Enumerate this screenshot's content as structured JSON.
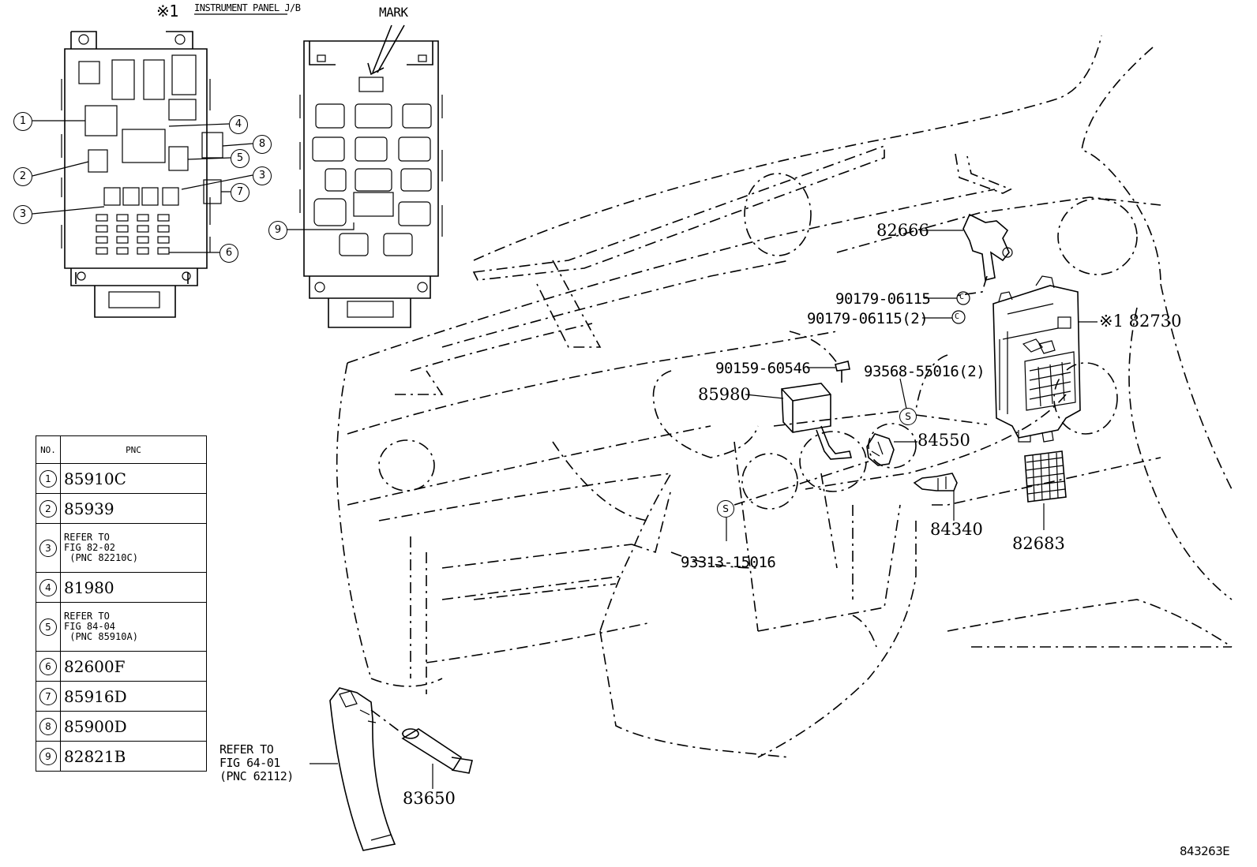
{
  "header": {
    "ref_mark": "※1",
    "jb_caption": "INSTRUMENT PANEL J/B",
    "mark_label": "MARK"
  },
  "jb_callouts": [
    "1",
    "2",
    "3",
    "3",
    "4",
    "5",
    "6",
    "7",
    "8",
    "9"
  ],
  "parts": {
    "p82666": "82666",
    "p90179a": "90179-06115",
    "p90179b": "90179-06115(2)",
    "p82730": "※1 82730",
    "p90159": "90159-60546",
    "p93568": "93568-55016(2)",
    "p85980": "85980",
    "p84550": "84550",
    "p84340": "84340",
    "p82683": "82683",
    "p93313": "93313-15016",
    "p83650": "83650",
    "s_mark": "S",
    "c_mark": "C"
  },
  "refer_fig64": "REFER TO\nFIG 64-01\n(PNC 62112)",
  "table": {
    "header_no": "NO.",
    "header_pnc": "PNC",
    "rows": [
      {
        "no": "1",
        "pnc": "85910C"
      },
      {
        "no": "2",
        "pnc": "85939"
      },
      {
        "no": "3",
        "pnc": "REFER TO\nFIG 82-02\n (PNC 82210C)"
      },
      {
        "no": "4",
        "pnc": "81980"
      },
      {
        "no": "5",
        "pnc": "REFER TO\nFIG 84-04\n (PNC 85910A)"
      },
      {
        "no": "6",
        "pnc": "82600F"
      },
      {
        "no": "7",
        "pnc": "85916D"
      },
      {
        "no": "8",
        "pnc": "85900D"
      },
      {
        "no": "9",
        "pnc": "82821B"
      }
    ]
  },
  "figure_id": "843263E"
}
